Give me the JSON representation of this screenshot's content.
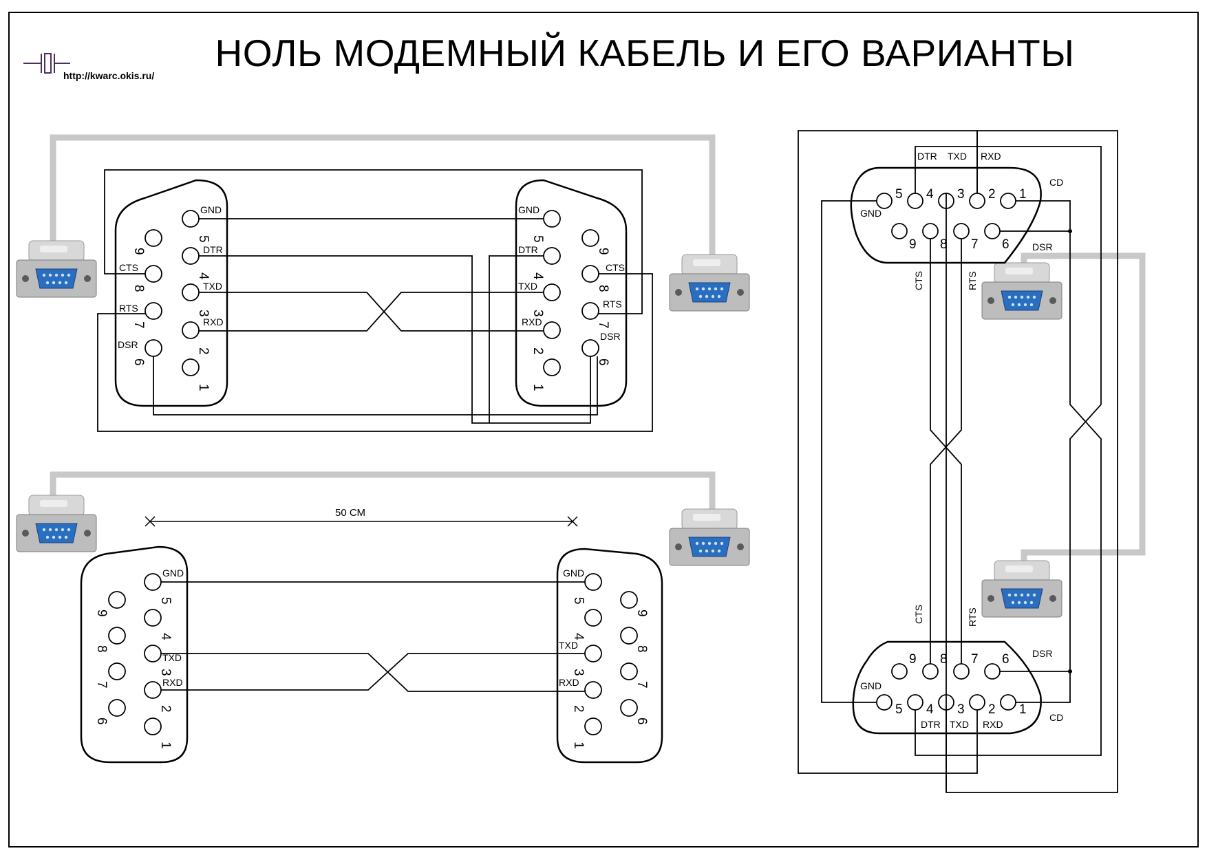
{
  "title": "НОЛЬ МОДЕМНЫЙ КАБЕЛЬ И ЕГО ВАРИАНТЫ",
  "site_url": "http://kwarc.okis.ru/",
  "logo": "quartz-crystal-icon",
  "pin_numbers": [
    "1",
    "2",
    "3",
    "4",
    "5",
    "6",
    "7",
    "8",
    "9"
  ],
  "signals": {
    "gnd": "GND",
    "dtr": "DTR",
    "txd": "TXD",
    "rxd": "RXD",
    "cts": "CTS",
    "rts": "RTS",
    "dsr": "DSR",
    "cd": "CD"
  },
  "length_label": "50 СМ",
  "colors": {
    "wire": "#000000",
    "cable": "#c8c8c8",
    "connector_body": "#d2d2d2",
    "connector_socket": "#2a6fbf"
  }
}
